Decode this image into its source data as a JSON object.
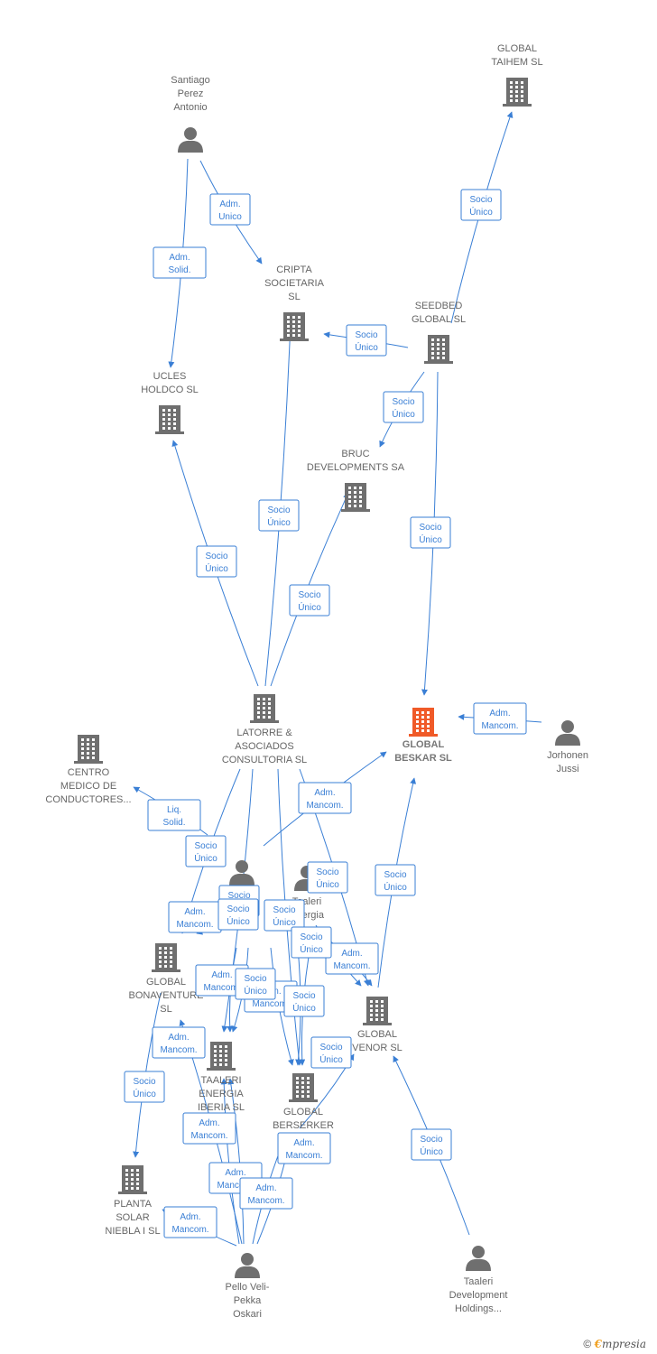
{
  "nodes": [
    {
      "id": "santiago",
      "type": "person",
      "label": [
        "Santiago",
        "Perez",
        "Antonio"
      ]
    },
    {
      "id": "taihem",
      "type": "company",
      "label": [
        "GLOBAL",
        "TAIHEM SL"
      ]
    },
    {
      "id": "cripta",
      "type": "company",
      "label": [
        "CRIPTA",
        "SOCIETARIA",
        "SL"
      ]
    },
    {
      "id": "seedbed",
      "type": "company",
      "label": [
        "SEEDBED",
        "GLOBAL  SL"
      ]
    },
    {
      "id": "ucles",
      "type": "company",
      "label": [
        "UCLES",
        "HOLDCO  SL"
      ]
    },
    {
      "id": "bruc",
      "type": "company",
      "label": [
        "BRUC",
        "DEVELOPMENTS SA"
      ]
    },
    {
      "id": "latorre",
      "type": "company",
      "label": [
        "LATORRE &",
        "ASOCIADOS",
        "CONSULTORIA SL"
      ]
    },
    {
      "id": "beskar",
      "type": "company",
      "main": true,
      "label": [
        "GLOBAL",
        "BESKAR  SL"
      ]
    },
    {
      "id": "jorhonen",
      "type": "person",
      "label": [
        "Jorhonen",
        "Jussi"
      ]
    },
    {
      "id": "centro",
      "type": "company",
      "label": [
        "CENTRO",
        "MEDICO DE",
        "CONDUCTORES..."
      ]
    },
    {
      "id": "person_mid",
      "type": "person",
      "label": []
    },
    {
      "id": "taaleri_energia_p",
      "type": "person",
      "label": [
        "Taaleri",
        "Energia"
      ]
    },
    {
      "id": "bonaventure",
      "type": "company",
      "label": [
        "GLOBAL",
        "BONAVENTURE",
        "SL"
      ]
    },
    {
      "id": "venor",
      "type": "company",
      "label": [
        "GLOBAL",
        "VENOR  SL"
      ]
    },
    {
      "id": "taaleri_iberia",
      "type": "company",
      "label": [
        "TAALERI",
        "ENERGIA",
        "IBERIA  SL"
      ]
    },
    {
      "id": "berserker",
      "type": "company",
      "label": [
        "GLOBAL",
        "BERSERKER"
      ]
    },
    {
      "id": "planta",
      "type": "company",
      "label": [
        "PLANTA",
        "SOLAR",
        "NIEBLA I  SL"
      ]
    },
    {
      "id": "pello",
      "type": "person",
      "label": [
        "Pello Veli-",
        "Pekka",
        "Oskari"
      ]
    },
    {
      "id": "taaleri_dev",
      "type": "person",
      "label": [
        "Taaleri",
        "Development",
        "Holdings..."
      ]
    }
  ],
  "edges": [
    {
      "from": "santiago",
      "to": "cripta",
      "label": [
        "Adm.",
        "Unico"
      ]
    },
    {
      "from": "santiago",
      "to": "ucles",
      "label": [
        "Adm.",
        "Solid."
      ]
    },
    {
      "from": "seedbed",
      "to": "taihem",
      "label": [
        "Socio",
        "Único"
      ]
    },
    {
      "from": "seedbed",
      "to": "cripta",
      "label": [
        "Socio",
        "Único"
      ]
    },
    {
      "from": "seedbed",
      "to": "bruc",
      "label": [
        "Socio",
        "Único"
      ]
    },
    {
      "from": "seedbed",
      "to": "beskar",
      "label": [
        "Socio",
        "Único"
      ]
    },
    {
      "from": "latorre",
      "to": "ucles",
      "label": [
        "Socio",
        "Único"
      ]
    },
    {
      "from": "latorre",
      "to": "cripta",
      "label": [
        "Socio",
        "Único"
      ]
    },
    {
      "from": "latorre",
      "to": "bruc",
      "label": [
        "Socio",
        "Único"
      ]
    },
    {
      "from": "jorhonen",
      "to": "beskar",
      "label": [
        "Adm.",
        "Mancom."
      ]
    },
    {
      "from": "person_mid",
      "to": "beskar",
      "label": [
        "Adm.",
        "Mancom."
      ]
    },
    {
      "from": "latorre",
      "to": "centro",
      "label": [
        "Liq.",
        "Solid."
      ]
    },
    {
      "from": "latorre",
      "to": "bonaventure",
      "label": [
        "Socio",
        "Único"
      ]
    },
    {
      "from": "latorre",
      "to": "venor",
      "label": [
        "Socio",
        "Único"
      ]
    },
    {
      "from": "venor",
      "to": "beskar",
      "label": [
        "Socio",
        "Único"
      ]
    },
    {
      "from": "latorre",
      "to": "taaleri_iberia",
      "label": [
        "Socio",
        "Único"
      ]
    },
    {
      "from": "latorre",
      "to": "berserker",
      "label": [
        "Socio",
        "Único"
      ]
    },
    {
      "from": "person_mid",
      "to": "bonaventure",
      "label": [
        "Adm.",
        "Mancom."
      ]
    },
    {
      "from": "taaleri_energia_p",
      "to": "venor",
      "label": [
        "Adm.",
        "Mancom."
      ]
    },
    {
      "from": "taaleri_energia_p",
      "to": "venor",
      "label": [
        "Socio",
        "Único"
      ]
    },
    {
      "from": "person_mid",
      "to": "taaleri_iberia",
      "label": [
        "Adm.",
        "Mancom."
      ]
    },
    {
      "from": "person_mid",
      "to": "taaleri_iberia",
      "label": [
        "Socio",
        "Único"
      ]
    },
    {
      "from": "person_mid",
      "to": "berserker",
      "label": [
        "Adm.",
        "Mancom."
      ]
    },
    {
      "from": "taaleri_energia_p",
      "to": "berserker",
      "label": [
        "Socio",
        "Único"
      ]
    },
    {
      "from": "taaleri_energia_p",
      "to": "berserker",
      "label": [
        "Socio",
        "Único"
      ]
    },
    {
      "from": "berserker",
      "to": "venor",
      "label": [
        "Socio",
        "Único"
      ]
    },
    {
      "from": "bonaventure",
      "to": "planta",
      "label": [
        "Socio",
        "Único"
      ]
    },
    {
      "from": "pello",
      "to": "bonaventure",
      "label": [
        "Adm.",
        "Mancom."
      ]
    },
    {
      "from": "pello",
      "to": "taaleri_iberia",
      "label": [
        "Adm.",
        "Mancom."
      ]
    },
    {
      "from": "pello",
      "to": "taaleri_iberia",
      "label": [
        "Adm.",
        "Mancom."
      ]
    },
    {
      "from": "pello",
      "to": "berserker",
      "label": [
        "Adm.",
        "Mancom."
      ]
    },
    {
      "from": "pello",
      "to": "berserker",
      "label": [
        "Adm.",
        "Mancom."
      ]
    },
    {
      "from": "pello",
      "to": "planta",
      "label": [
        "Adm.",
        "Mancom."
      ]
    },
    {
      "from": "taaleri_dev",
      "to": "venor",
      "label": [
        "Socio",
        "Único"
      ]
    }
  ],
  "footer": {
    "copyright": "©",
    "brand_initial": "€",
    "brand_rest": "mpresia"
  },
  "colors": {
    "edge": "#3a7fd5",
    "company": "#6f6f6f",
    "main_company": "#f05a28",
    "person": "#6f6f6f"
  }
}
